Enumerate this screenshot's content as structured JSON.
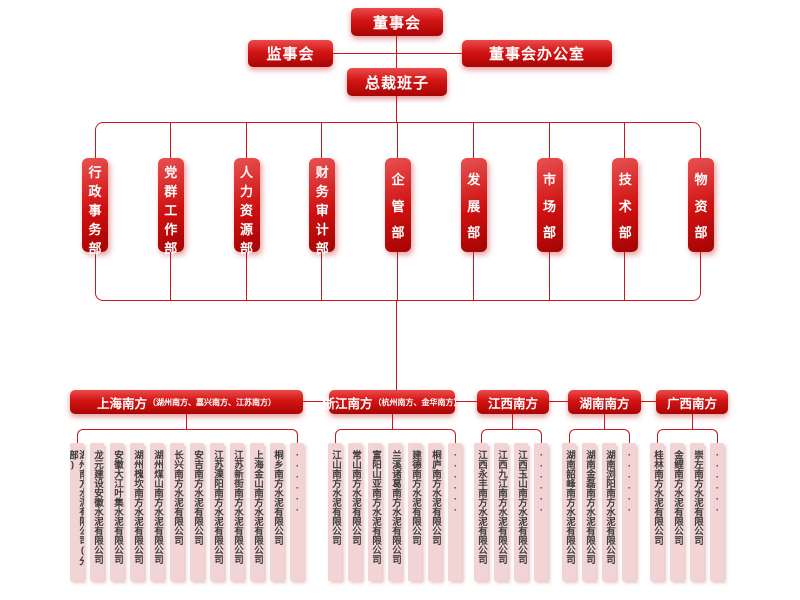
{
  "top": {
    "board": "董事会",
    "supervisory": "监事会",
    "board_office": "董事会办公室",
    "president_team": "总裁班子"
  },
  "departments": [
    "行政事务部",
    "党群工作部",
    "人力资源部",
    "财务审计部",
    "企管部",
    "发展部",
    "市场部",
    "技术部",
    "物资部"
  ],
  "regions": [
    {
      "name": "上海南方",
      "subtitle": "（湖州南方、嘉兴南方、江苏南方）",
      "companies": [
        "湖州南方水泥有限公司(分部)",
        "龙元建设安徽水泥有限公司",
        "安徽大江叶集水泥有限公司",
        "湖州槐坎南方水泥有限公司",
        "湖州煤山南方水泥有限公司",
        "长兴南方水泥有限公司",
        "安吉南方水泥有限公司",
        "江苏溧阳南方水泥有限公司",
        "江苏新街南方水泥有限公司",
        "上海金山南方水泥有限公司",
        "桐乡南方水泥有限公司",
        "······"
      ]
    },
    {
      "name": "浙江南方",
      "subtitle": "（杭州南方、金华南方）",
      "companies": [
        "江山南方水泥有限公司",
        "常山南方水泥有限公司",
        "富阳山亚南方水泥有限公司",
        "兰溪诸葛南方水泥有限公司",
        "建德南方水泥有限公司",
        "桐庐南方水泥有限公司",
        "······"
      ]
    },
    {
      "name": "江西南方",
      "companies": [
        "江西永丰南方水泥有限公司",
        "江西九江南方水泥有限公司",
        "江西玉山南方水泥有限公司",
        "······"
      ]
    },
    {
      "name": "湖南南方",
      "companies": [
        "湖南韶峰南方水泥有限公司",
        "湖南金磊南方水泥有限公司",
        "湖南浏阳南方水泥有限公司",
        "······"
      ]
    },
    {
      "name": "广西南方",
      "companies": [
        "桂林南方水泥有限公司",
        "金鲤南方水泥有限公司",
        "崇左南方水泥有限公司",
        "······"
      ]
    }
  ],
  "colors": {
    "node_red": "#d41414",
    "line_red": "#c9171c",
    "leaf_pink": "#f2d4d4",
    "leaf_text": "#3d3d3d"
  }
}
